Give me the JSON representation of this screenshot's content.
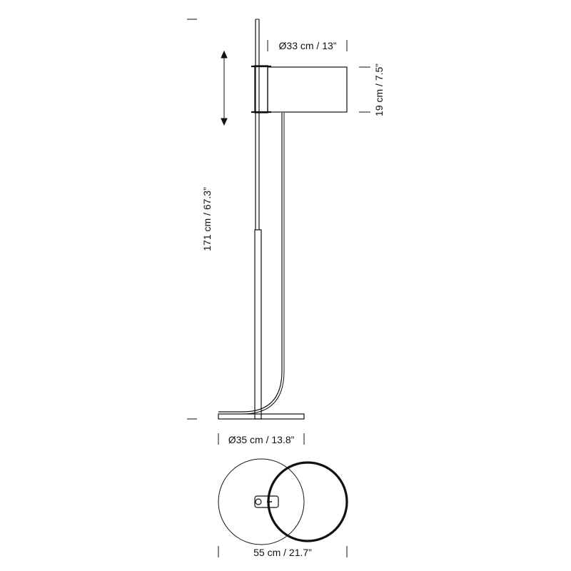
{
  "dimensions": {
    "shade_diameter": "Ø33 cm / 13”",
    "shade_height": "19 cm / 7.5”",
    "total_height": "171 cm / 67.3”",
    "base_diameter": "Ø35 cm / 13.8”",
    "footprint_width": "55 cm / 21.7”"
  },
  "colors": {
    "line": "#111111",
    "background": "#ffffff"
  }
}
